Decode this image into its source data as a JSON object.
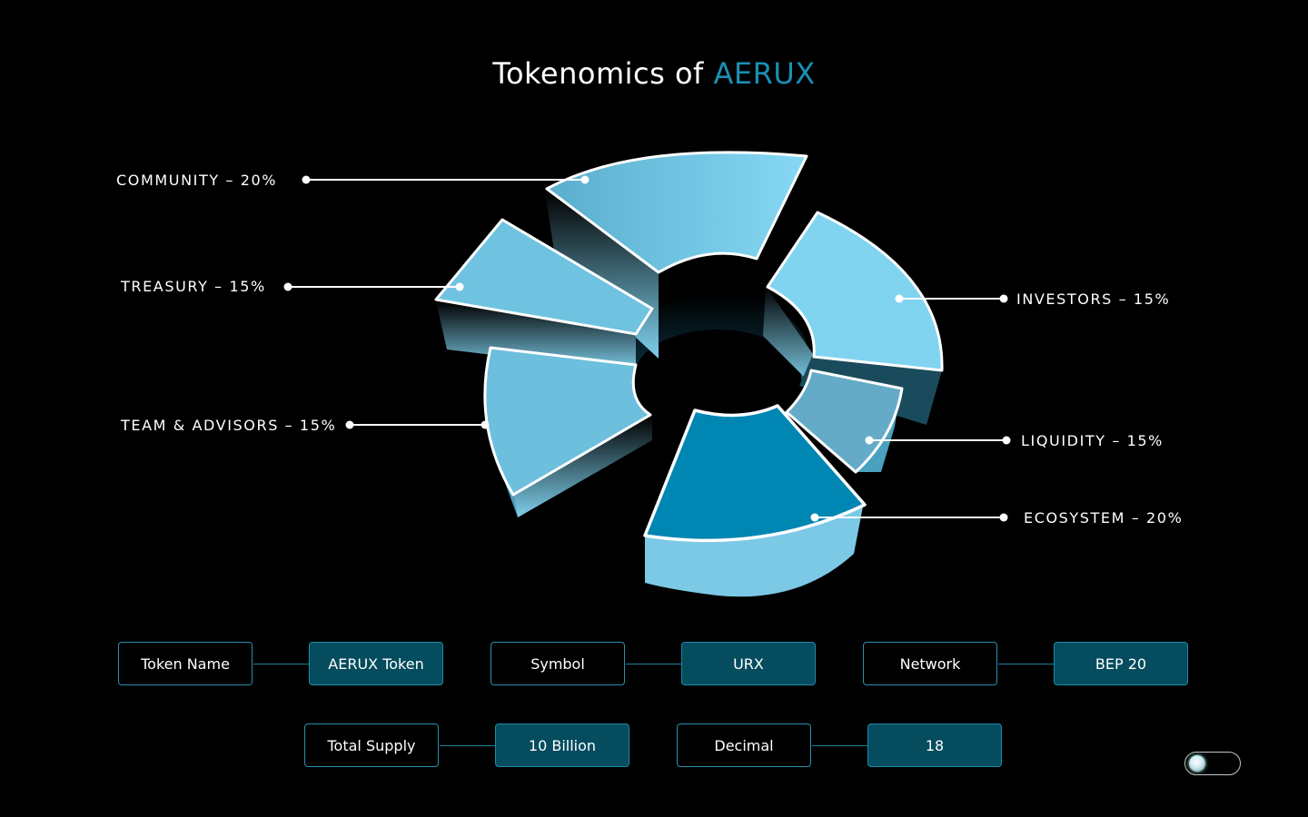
{
  "header": {
    "title_prefix": "Tokenomics of ",
    "title_accent": "AERUX"
  },
  "chart_data": {
    "type": "pie",
    "title": "Tokenomics of AERUX",
    "slices": [
      {
        "label": "COMMUNITY – 20%",
        "value": 20
      },
      {
        "label": "TREASURY – 15%",
        "value": 15
      },
      {
        "label": "TEAM & ADVISORS – 15%",
        "value": 15
      },
      {
        "label": "INVESTORS – 15%",
        "value": 15
      },
      {
        "label": "LIQUIDITY – 15%",
        "value": 15
      },
      {
        "label": "ECOSYSTEM – 20%",
        "value": 20
      }
    ]
  },
  "token_info": [
    {
      "key": "Token Name",
      "value": "AERUX Token"
    },
    {
      "key": "Symbol",
      "value": "URX"
    },
    {
      "key": "Network",
      "value": "BEP 20"
    },
    {
      "key": "Total Supply",
      "value": "10 Billion"
    },
    {
      "key": "Decimal",
      "value": "18"
    }
  ],
  "colors": {
    "accent": "#1b8fb4",
    "slice_light": "#7fd2ee",
    "slice_mid": "#6cbfdd",
    "slice_dark": "#0086b3",
    "value_box": "#044c5e"
  },
  "theme_toggle": {
    "icon": "toggle-switch-icon",
    "state": "off"
  }
}
